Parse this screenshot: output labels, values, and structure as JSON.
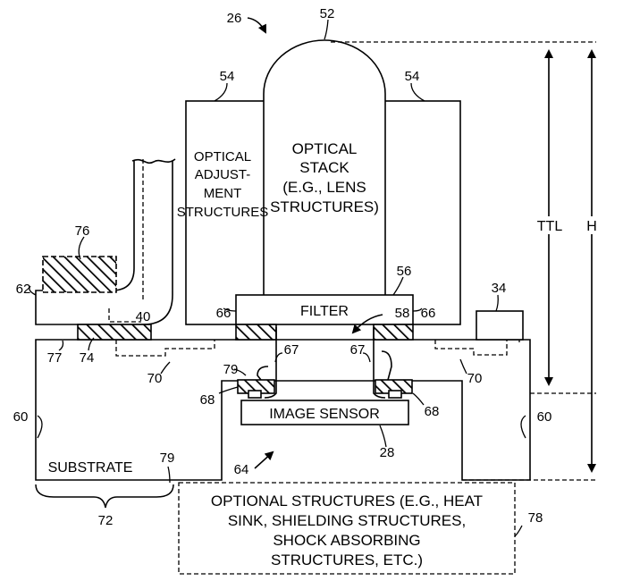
{
  "labels": {
    "optical_adjust": [
      "OPTICAL",
      "ADJUST-",
      "MENT",
      "STRUCTURES"
    ],
    "optical_stack": [
      "OPTICAL",
      "STACK",
      "(E.G., LENS",
      "STRUCTURES)"
    ],
    "filter": "FILTER",
    "image_sensor": "IMAGE SENSOR",
    "substrate": "SUBSTRATE",
    "optional": [
      "OPTIONAL STRUCTURES (E.G., HEAT",
      "SINK, SHIELDING STRUCTURES,",
      "SHOCK ABSORBING",
      "STRUCTURES, ETC.)"
    ],
    "ttl": "TTL",
    "h": "H"
  },
  "refs": {
    "r26": "26",
    "r52": "52",
    "r54a": "54",
    "r54b": "54",
    "r76": "76",
    "r62": "62",
    "r40": "40",
    "r56": "56",
    "r34": "34",
    "r66a": "66",
    "r66b": "66",
    "r58": "58",
    "r77": "77",
    "r74": "74",
    "r70a": "70",
    "r70b": "70",
    "r79a": "79",
    "r79b": "79",
    "r67a": "67",
    "r67b": "67",
    "r68a": "68",
    "r68b": "68",
    "r60a": "60",
    "r60b": "60",
    "r28": "28",
    "r64": "64",
    "r72": "72",
    "r78": "78"
  }
}
